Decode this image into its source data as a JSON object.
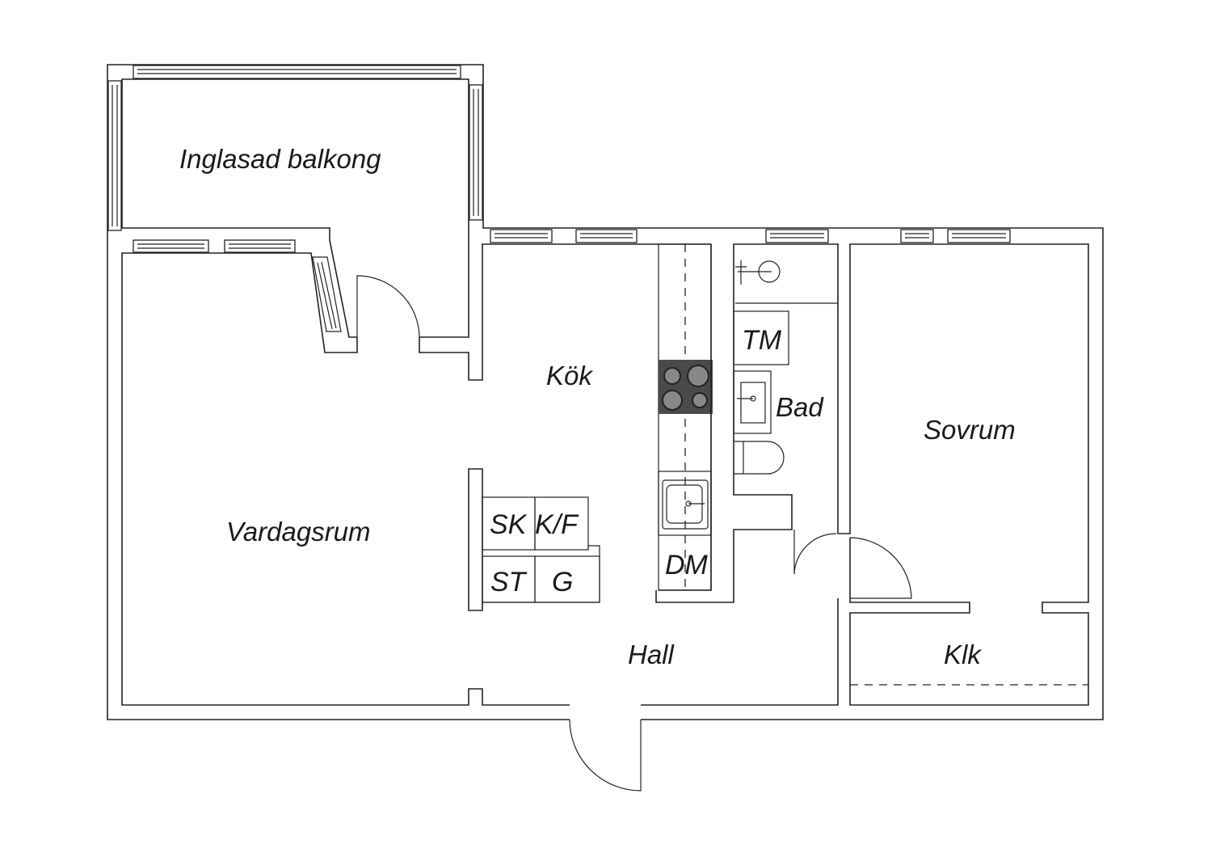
{
  "floorplan": {
    "rooms": {
      "balcony": "Inglasad balkong",
      "kitchen": "Kök",
      "living": "Vardagsrum",
      "bath": "Bad",
      "bedroom": "Sovrum",
      "hall": "Hall",
      "closet": "Klk"
    },
    "appliances": {
      "freezer": "SK",
      "fridge_freezer": "K/F",
      "stove": "ST",
      "wardrobe": "G",
      "dishwasher": "DM",
      "washer": "TM"
    },
    "colors": {
      "line": "#222222",
      "stove": "#4a4a4a"
    }
  }
}
